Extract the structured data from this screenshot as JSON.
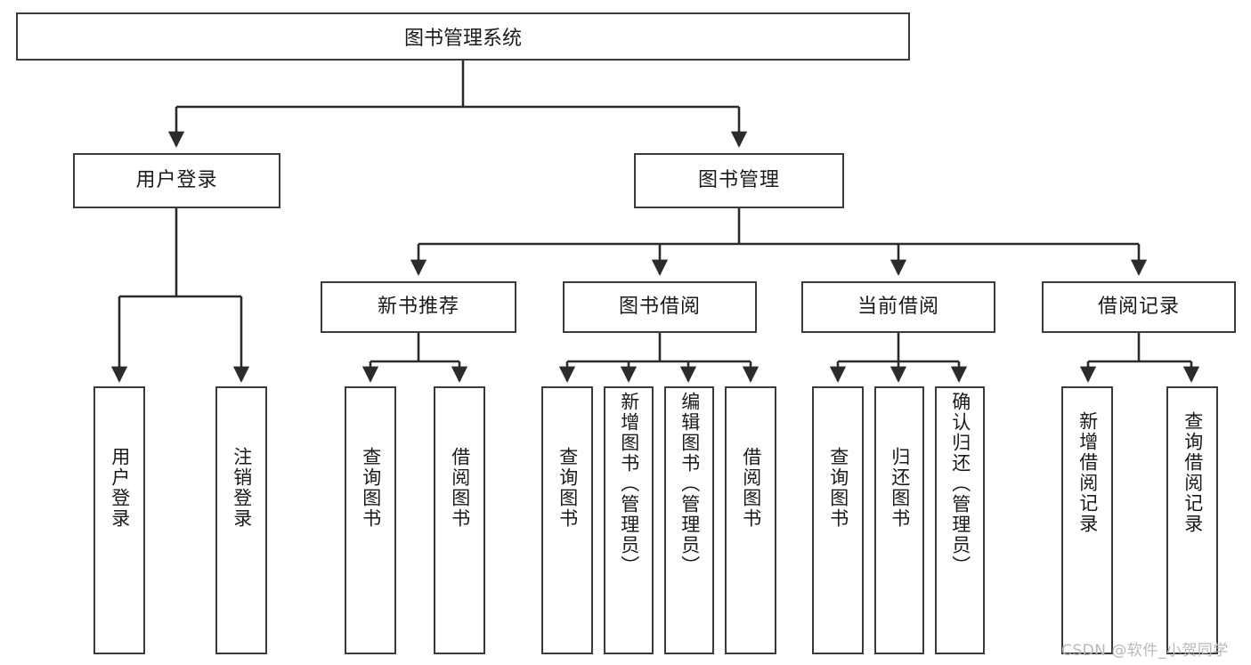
{
  "diagram": {
    "title": "图书管理系统",
    "type": "hierarchy-tree",
    "orientation": "top-down",
    "colors": {
      "node_border": "#3a3a3a",
      "node_fill": "#ffffff",
      "edge": "#2b2b2b",
      "text": "#1a1a1a",
      "watermark": "#b9b9b9"
    }
  },
  "nodes": {
    "root": {
      "label": "图书管理系统",
      "level": 0,
      "orientation": "horizontal"
    },
    "level1": [
      {
        "id": "user-login",
        "label": "用户登录",
        "orientation": "horizontal"
      },
      {
        "id": "book-manage",
        "label": "图书管理",
        "orientation": "horizontal"
      }
    ],
    "level2": [
      {
        "id": "new-book-rec",
        "label": "新书推荐",
        "orientation": "horizontal",
        "parent": "book-manage"
      },
      {
        "id": "book-borrow",
        "label": "图书借阅",
        "orientation": "horizontal",
        "parent": "book-manage"
      },
      {
        "id": "current-borrow",
        "label": "当前借阅",
        "orientation": "horizontal",
        "parent": "book-manage"
      },
      {
        "id": "borrow-record",
        "label": "借阅记录",
        "orientation": "horizontal",
        "parent": "book-manage"
      }
    ],
    "leaves": [
      {
        "id": "leaf-user-login",
        "label": "用户登录",
        "parent": "user-login",
        "orientation": "vertical"
      },
      {
        "id": "leaf-user-logout",
        "label": "注销登录",
        "parent": "user-login",
        "orientation": "vertical"
      },
      {
        "id": "leaf-query-book-1",
        "label": "查询图书",
        "parent": "new-book-rec",
        "orientation": "vertical"
      },
      {
        "id": "leaf-borrow-book-1",
        "label": "借阅图书",
        "parent": "new-book-rec",
        "orientation": "vertical"
      },
      {
        "id": "leaf-query-book-2",
        "label": "查询图书",
        "parent": "book-borrow",
        "orientation": "vertical"
      },
      {
        "id": "leaf-add-book",
        "label": "新增图书（管理员）",
        "parent": "book-borrow",
        "orientation": "vertical"
      },
      {
        "id": "leaf-edit-book",
        "label": "编辑图书（管理员）",
        "parent": "book-borrow",
        "orientation": "vertical"
      },
      {
        "id": "leaf-borrow-book-2",
        "label": "借阅图书",
        "parent": "book-borrow",
        "orientation": "vertical"
      },
      {
        "id": "leaf-query-book-3",
        "label": "查询图书",
        "parent": "current-borrow",
        "orientation": "vertical"
      },
      {
        "id": "leaf-return-book",
        "label": "归还图书",
        "parent": "current-borrow",
        "orientation": "vertical"
      },
      {
        "id": "leaf-confirm-return",
        "label": "确认归还（管理员）",
        "parent": "current-borrow",
        "orientation": "vertical"
      },
      {
        "id": "leaf-add-record",
        "label": "新增借阅记录",
        "parent": "borrow-record",
        "orientation": "vertical"
      },
      {
        "id": "leaf-query-record",
        "label": "查询借阅记录",
        "parent": "borrow-record",
        "orientation": "vertical"
      }
    ]
  },
  "watermark": {
    "text": "CSDN @软件_小贺同学"
  }
}
